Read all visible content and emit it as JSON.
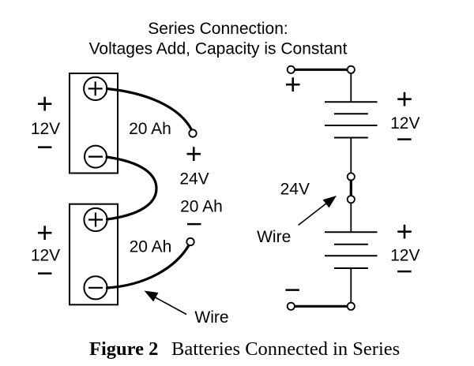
{
  "title": {
    "line1": "Series Connection:",
    "line2": "Voltages Add, Capacity is Constant"
  },
  "caption": {
    "label": "Figure 2",
    "text": "Batteries Connected in Series"
  },
  "pictorial": {
    "battery1": {
      "polarity_top": "+",
      "voltage": "12V",
      "polarity_bottom": "−",
      "capacity": "20 Ah"
    },
    "battery2": {
      "polarity_top": "+",
      "voltage": "12V",
      "polarity_bottom": "−",
      "capacity": "20 Ah"
    },
    "output": {
      "polarity_top": "+",
      "voltage": "24V",
      "capacity": "20 Ah",
      "polarity_bottom": "−"
    },
    "wire_label": "Wire"
  },
  "schematic": {
    "positive_terminal": "+",
    "negative_terminal": "−",
    "battery1": {
      "polarity_top": "+",
      "voltage": "12V",
      "polarity_bottom": "−"
    },
    "battery2": {
      "polarity_top": "+",
      "voltage": "12V",
      "polarity_bottom": "−"
    },
    "total_voltage": "24V",
    "wire_label": "Wire"
  },
  "colors": {
    "ink": "#000000",
    "background": "#ffffff"
  }
}
